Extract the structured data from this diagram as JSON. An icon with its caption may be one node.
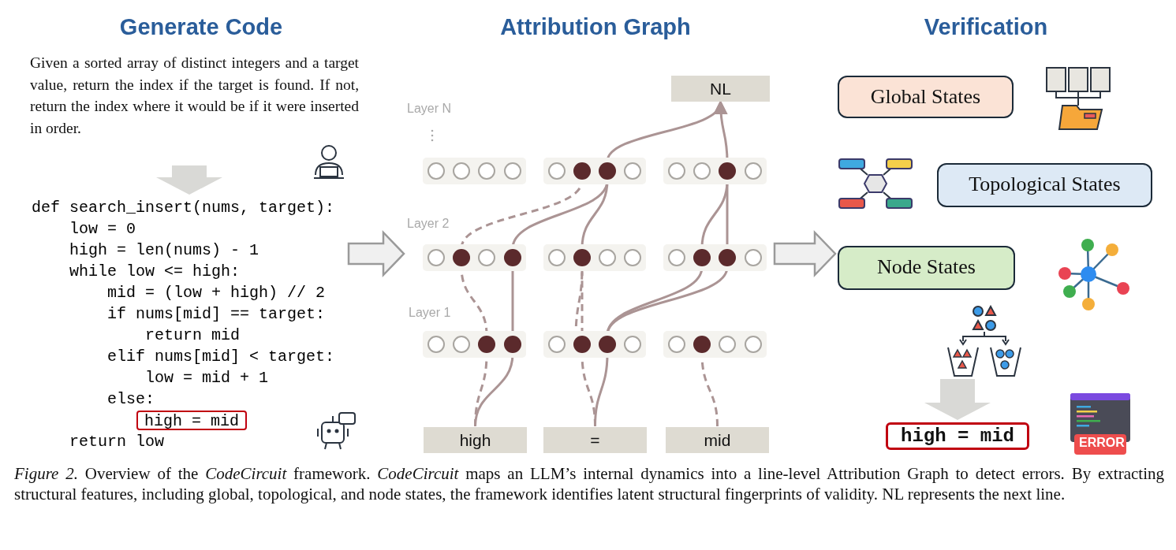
{
  "diagram": {
    "caption": "*Figure 2.* Overview of the *CodeCircuit* framework. *CodeCircuit* maps an LLM’s internal dynamics into a line-level Attribution Graph to detect errors. By extracting structural features, including global, topological, and node states, the framework identifies latent structural fingerprints of validity. NL represents the next line.",
    "nodes": [
      {
        "text": [
          "Given a sorted array of distinct integers and a target value, return the index if the target is found. If not, return the index where it would be if it were inserted in order."
        ]
      },
      {
        "text": [
          "def search_insert(nums, target):",
          "low = 0",
          "high = len(nums) - 1",
          "while low <= high:",
          "mid = (low + high) // 2",
          "if nums[mid] == target:",
          "return mid",
          "elif nums[mid] < target:",
          "low = mid + 1",
          "else:",
          "return low"
        ]
      },
      {
        "text": [
          "high = mid"
        ],
        "in": 1
      },
      {
        "text": [
          "NL"
        ]
      },
      {
        "text": [],
        "shape": "circle"
      },
      {
        "text": [],
        "shape": "circle"
      },
      {
        "text": [],
        "shape": "circle"
      },
      {
        "text": [],
        "shape": "circle"
      },
      {
        "text": [],
        "shape": "circle"
      },
      {
        "text": [],
        "shape": "circle"
      },
      {
        "text": [],
        "shape": "circle"
      },
      {
        "text": [],
        "shape": "circle"
      },
      {
        "text": [],
        "shape": "circle"
      },
      {
        "text": [],
        "shape": "circle"
      },
      {
        "text": [],
        "shape": "circle"
      },
      {
        "text": [],
        "shape": "circle"
      },
      {
        "text": [],
        "shape": "circle"
      },
      {
        "text": [
          "high"
        ]
      },
      {
        "text": [
          "="
        ]
      },
      {
        "text": [
          "mid"
        ]
      },
      {
        "text": [
          "Global States"
        ]
      },
      {
        "text": [
          "Topological States"
        ]
      },
      {
        "text": [
          "Node States"
        ]
      },
      {
        "text": [],
        "shape": "icon"
      },
      {
        "text": [
          "high = mid"
        ]
      }
    ],
    "edges": [
      {
        "from": 0,
        "to": 1,
        "arrow": "to",
        "style": "thick",
        "color": "#d9d9d6"
      },
      {
        "from": 1,
        "to": null,
        "arrow": "to",
        "style": "thick",
        "color": "#9a9a9a"
      },
      {
        "from": null,
        "to": 22,
        "arrow": "to",
        "style": "thick",
        "color": "#9a9a9a"
      },
      {
        "from": 17,
        "to": 12,
        "arrow": "none",
        "style": "dashed"
      },
      {
        "from": 17,
        "to": 13,
        "arrow": "none"
      },
      {
        "from": 18,
        "to": 14,
        "arrow": "none",
        "style": "dashed"
      },
      {
        "from": 18,
        "to": 15,
        "arrow": "none"
      },
      {
        "from": 19,
        "to": 16,
        "arrow": "none",
        "style": "dashed"
      },
      {
        "from": 12,
        "to": 7,
        "arrow": "none",
        "style": "dashed"
      },
      {
        "from": 13,
        "to": 8,
        "arrow": "none"
      },
      {
        "from": 14,
        "to": 9,
        "arrow": "none",
        "style": "dashed"
      },
      {
        "from": 14,
        "to": 9,
        "arrow": "none",
        "style": "dashed"
      },
      {
        "from": 15,
        "to": 10,
        "arrow": "none"
      },
      {
        "from": 15,
        "to": 11,
        "arrow": "none"
      },
      {
        "from": 7,
        "to": 4,
        "arrow": "none",
        "style": "dashed"
      },
      {
        "from": 8,
        "to": 5,
        "arrow": "none"
      },
      {
        "from": 9,
        "to": 5,
        "arrow": "none"
      },
      {
        "from": 10,
        "to": 6,
        "arrow": "none"
      },
      {
        "from": 11,
        "to": 6,
        "arrow": "none"
      },
      {
        "from": 5,
        "to": 3,
        "arrow": "to"
      },
      {
        "from": 6,
        "to": 3,
        "arrow": "to"
      },
      {
        "from": 23,
        "to": 24,
        "arrow": "to",
        "style": "thick",
        "color": "#d9d9d6"
      }
    ],
    "labels": [
      "Generate Code",
      "Attribution Graph",
      "Verification",
      "Layer N",
      "Layer 2",
      "Layer 1",
      "ERROR"
    ]
  }
}
